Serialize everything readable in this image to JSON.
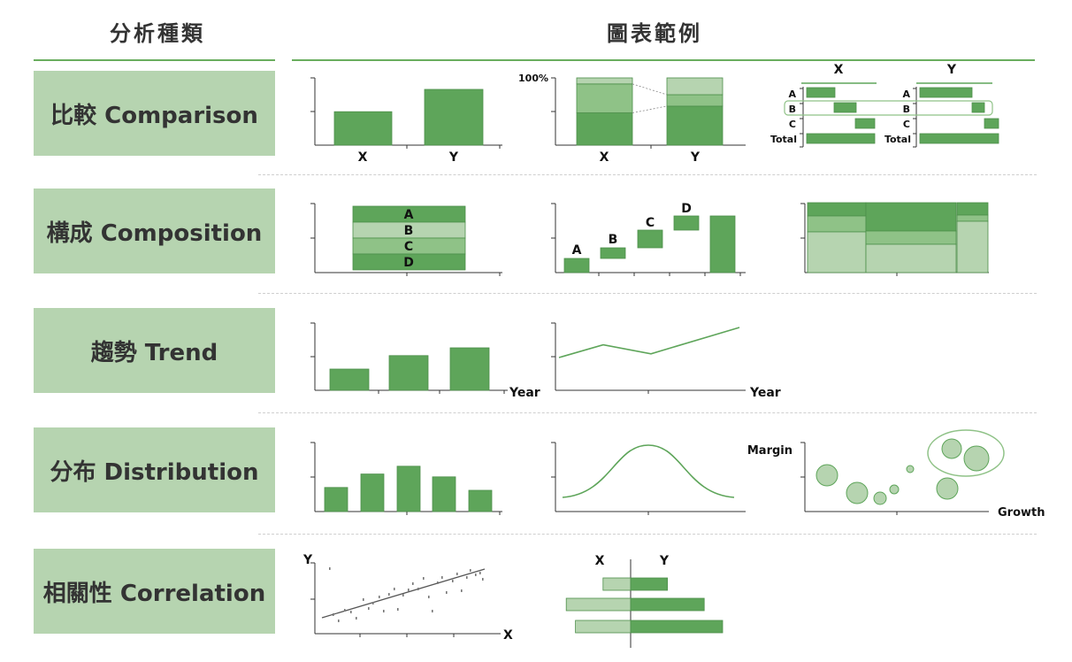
{
  "header": {
    "col1": "分析種類",
    "col2": "圖表範例"
  },
  "rows": [
    {
      "label": "比較 Comparison"
    },
    {
      "label": "構成 Composition"
    },
    {
      "label": "趨勢 Trend"
    },
    {
      "label": "分布 Distribution"
    },
    {
      "label": "相關性 Correlation"
    }
  ],
  "colors": {
    "dark": "#5ea55a",
    "mid": "#8fc287",
    "light": "#b6d4b0",
    "axis": "#333333"
  },
  "chart_data": [
    {
      "type": "bar",
      "categories": [
        "X",
        "Y"
      ],
      "values": [
        0.6,
        1.0
      ]
    },
    {
      "type": "bar",
      "stacked": true,
      "categories": [
        "X",
        "Y"
      ],
      "y_tick_label": "100%",
      "series": [
        {
          "values": [
            48,
            58
          ]
        },
        {
          "values": [
            43,
            17
          ]
        },
        {
          "values": [
            9,
            25
          ]
        }
      ]
    },
    {
      "type": "bar",
      "orientation": "horizontal",
      "panels": [
        "X",
        "Y"
      ],
      "categories": [
        "A",
        "B",
        "C",
        "Total"
      ]
    },
    {
      "type": "bar",
      "stacked": true,
      "categories": [
        "A",
        "B",
        "C",
        "D"
      ]
    },
    {
      "type": "bar",
      "variant": "waterfall",
      "categories": [
        "A",
        "B",
        "C",
        "D"
      ],
      "values": [
        2,
        1.5,
        2.5,
        2,
        8
      ]
    },
    {
      "type": "bar",
      "variant": "mekko"
    },
    {
      "type": "bar",
      "xlabel": "Year",
      "values": [
        3,
        4.9,
        6
      ]
    },
    {
      "type": "line",
      "xlabel": "Year",
      "values": [
        2,
        3.7,
        2.5,
        6
      ]
    },
    {
      "type": "bar",
      "variant": "histogram",
      "values": [
        3.4,
        5.3,
        6.4,
        4.9,
        3
      ]
    },
    {
      "type": "line",
      "variant": "distribution-curve"
    },
    {
      "type": "scatter",
      "variant": "bubble",
      "ylabel": "Margin",
      "xlabel": "Growth"
    },
    {
      "type": "scatter",
      "xlabel": "X",
      "ylabel": "Y",
      "trendline": true
    },
    {
      "type": "bar",
      "orientation": "horizontal",
      "variant": "butterfly",
      "series": [
        {
          "name": "X",
          "values": [
            3,
            7,
            6
          ]
        },
        {
          "name": "Y",
          "values": [
            4,
            8,
            10
          ]
        }
      ]
    }
  ]
}
